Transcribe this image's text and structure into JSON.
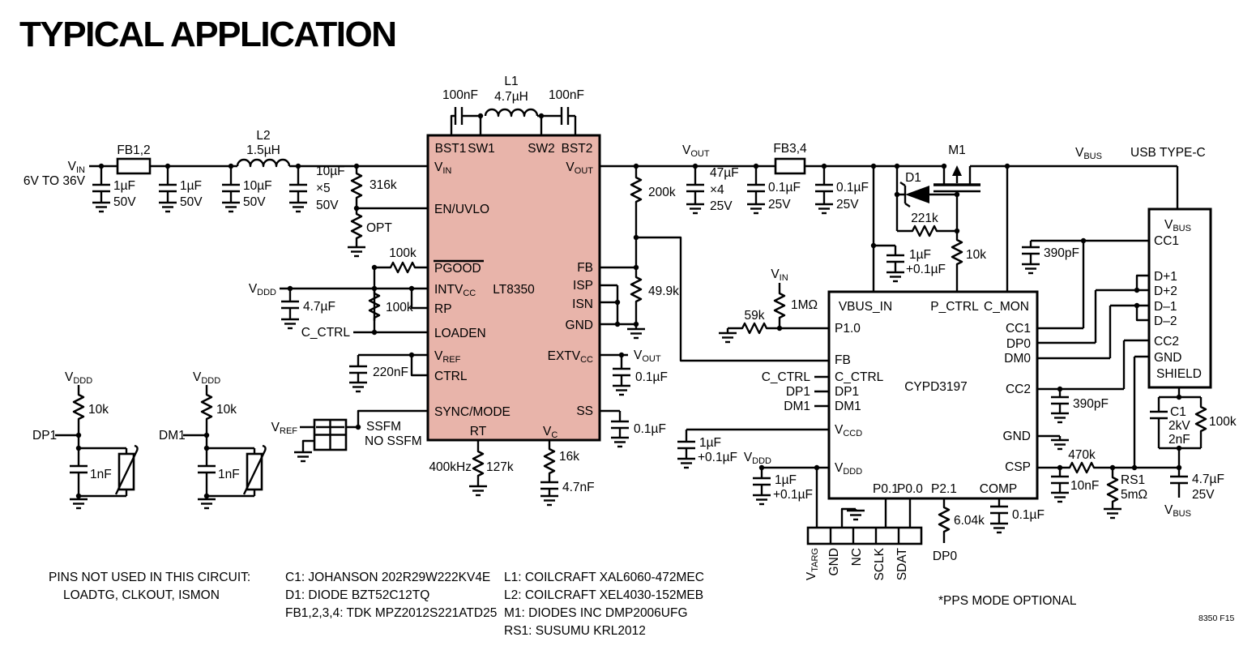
{
  "title": "TYPICAL APPLICATION",
  "colors": {
    "ic_fill": "#e8b4aa"
  },
  "nets": {
    "vin": {
      "b": "V",
      "s": "IN"
    },
    "vout": {
      "b": "V",
      "s": "OUT"
    },
    "vbus": {
      "b": "V",
      "s": "BUS"
    },
    "vddd": {
      "b": "V",
      "s": "DDD"
    },
    "vref": {
      "b": "V",
      "s": "REF"
    },
    "vin_range": "6V TO 36V",
    "c_ctrl": "C_CTRL",
    "dp0": "DP0",
    "dp1": "DP1",
    "dm1": "DM1",
    "ssfm": "SSFM",
    "no_ssfm": "NO SSFM",
    "usb": "USB TYPE-C"
  },
  "lt8350": {
    "name": "LT8350",
    "pins": {
      "bst1": "BST1",
      "sw1": "SW1",
      "sw2": "SW2",
      "bst2": "BST2",
      "vin_b": "V",
      "vin_s": "IN",
      "en": "EN/UVLO",
      "pgood": "PGOOD",
      "intv_b": "INTV",
      "intv_s": "CC",
      "rp": "RP",
      "loaden": "LOADEN",
      "vref_b": "V",
      "vref_s": "REF",
      "ctrl": "CTRL",
      "sync": "SYNC/MODE",
      "rt": "RT",
      "vc_b": "V",
      "vc_s": "C",
      "vout_b": "V",
      "vout_s": "OUT",
      "fb": "FB",
      "isp": "ISP",
      "isn": "ISN",
      "gnd": "GND",
      "extv_b": "EXTV",
      "extv_s": "CC",
      "ss": "SS"
    }
  },
  "cypd": {
    "name": "CYPD3197",
    "pins": {
      "vbus_in": "VBUS_IN",
      "p_ctrl": "P_CTRL",
      "c_mon": "C_MON",
      "p10": "P1.0",
      "fb": "FB",
      "c_ctrl": "C_CTRL",
      "dp1": "DP1",
      "dm1": "DM1",
      "vccd_b": "V",
      "vccd_s": "CCD",
      "vddd_b": "V",
      "vddd_s": "DDD",
      "cc1": "CC1",
      "dp0": "DP0",
      "dm0": "DM0",
      "cc2": "CC2",
      "gnd": "GND",
      "csp": "CSP",
      "p01": "P0.1",
      "p00": "P0.0",
      "p21": "P2.1",
      "comp": "COMP"
    }
  },
  "usb": {
    "pins": {
      "vbus_b": "V",
      "vbus_s": "BUS",
      "cc1": "CC1",
      "dp1": "D+1",
      "dp2": "D+2",
      "dm1": "D–1",
      "dm2": "D–2",
      "cc2": "CC2",
      "gnd": "GND",
      "shield": "SHIELD"
    }
  },
  "header": {
    "vtarg_b": "V",
    "vtarg_s": "TARG",
    "gnd": "GND",
    "nc": "NC",
    "sclk": "SCLK",
    "sdat": "SDAT"
  },
  "parts": {
    "fb12": "FB1,2",
    "l2": "L2",
    "l2v": "1.5µH",
    "l1": "L1",
    "l1v": "4.7µH",
    "fb34": "FB3,4",
    "m1": "M1",
    "d1": "D1",
    "rs1": "RS1",
    "rs1v": "5mΩ",
    "c1": "C1",
    "c1kv": "2kV",
    "c1v": "2nF"
  },
  "vals": {
    "u1": "1µF",
    "v50": "50V",
    "u10": "10µF",
    "x5": "×5",
    "x4": "×4",
    "r316": "316k",
    "opt": "OPT",
    "n100": "100nF",
    "r100": "100k",
    "u47": "4.7µF",
    "n220": "220nF",
    "f400": "400kHz",
    "r127": "127k",
    "r16": "16k",
    "n47": "4.7nF",
    "r200": "200k",
    "r499": "49.9k",
    "u01": "0.1µF",
    "p01": "+0.1µF",
    "u47c": "47µF",
    "v25": "25V",
    "r1m": "1MΩ",
    "r59": "59k",
    "r221": "221k",
    "r10": "10k",
    "p390": "390pF",
    "r470": "470k",
    "n10": "10nF",
    "r604": "6.04k",
    "n1": "1nF"
  },
  "notes": {
    "l1": "PINS NOT USED IN THIS CIRCUIT:",
    "l2": "LOADTG, CLKOUT, ISMON",
    "c": [
      "C1: JOHANSON 202R29W222KV4E",
      "D1: DIODE BZT52C12TQ",
      "FB1,2,3,4: TDK MPZ2012S221ATD25"
    ],
    "r": [
      "L1: COILCRAFT XAL6060-472MEC",
      "L2: COILCRAFT XEL4030-152MEB",
      "M1: DIODES INC DMP2006UFG",
      "RS1: SUSUMU KRL2012"
    ]
  },
  "footer": {
    "pps": "*PPS MODE OPTIONAL",
    "fig": "8350 F15"
  }
}
